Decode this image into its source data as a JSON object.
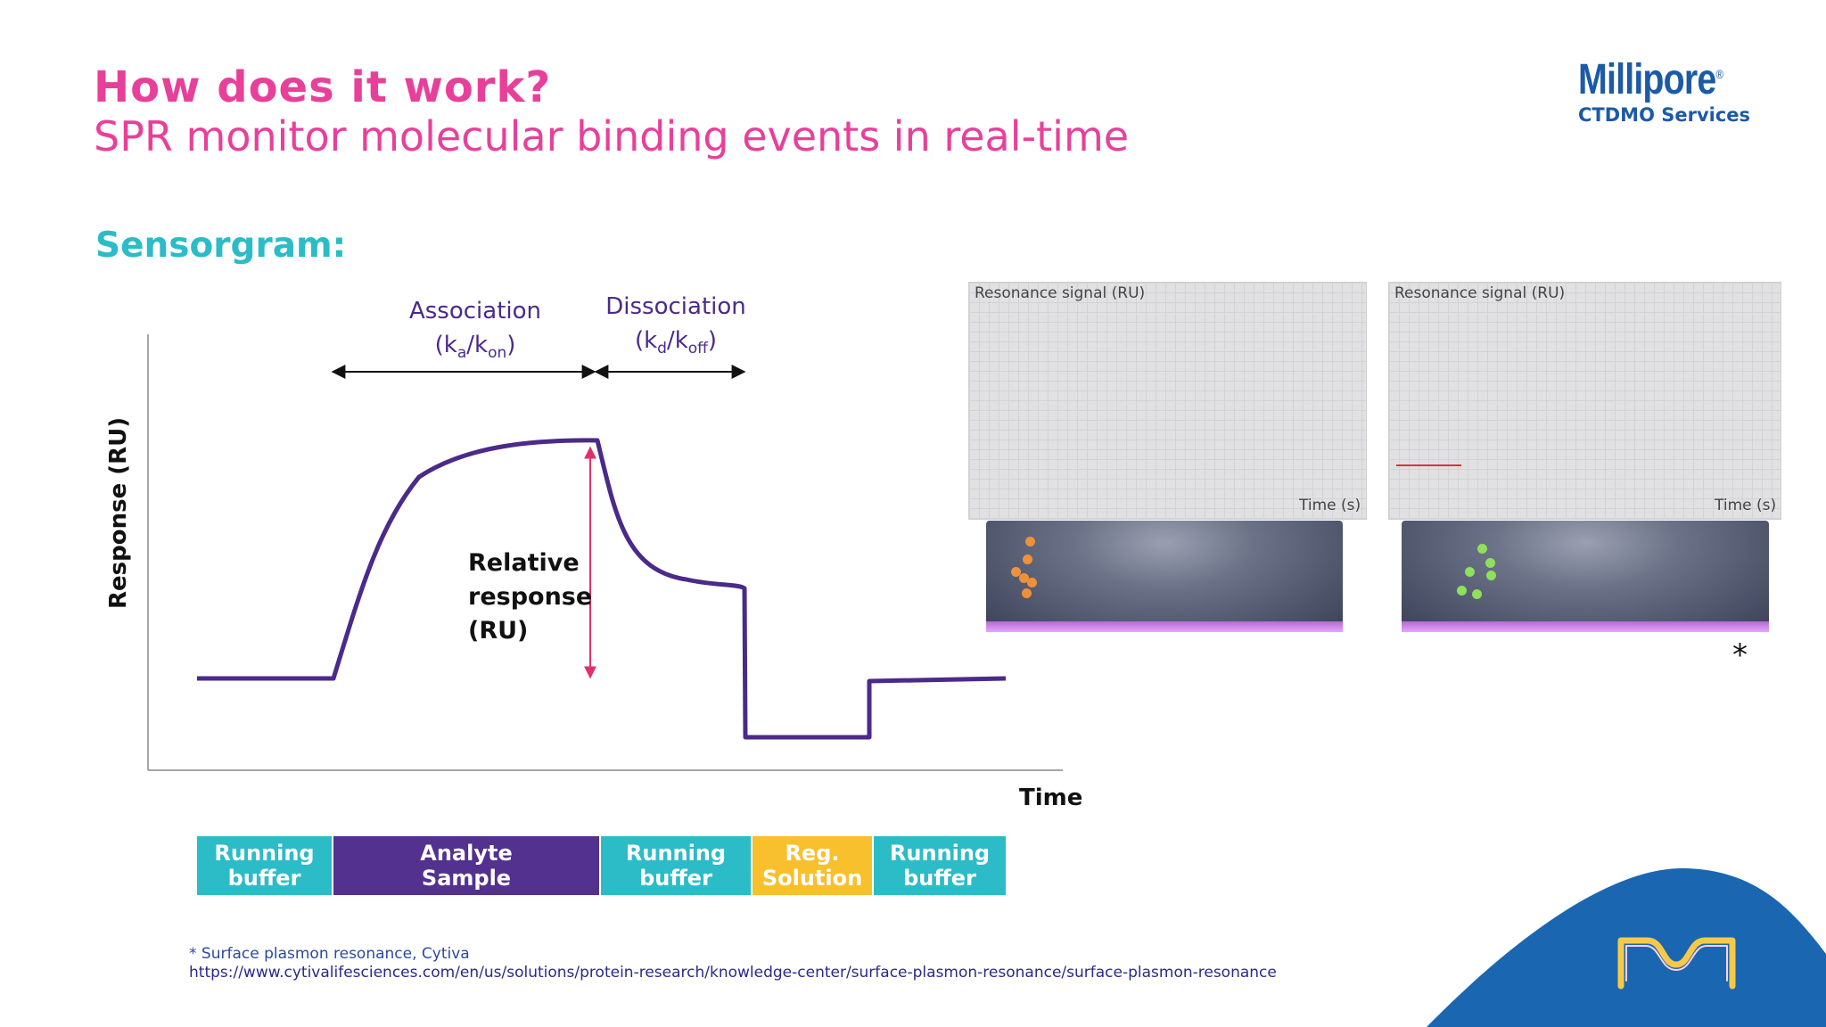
{
  "header": {
    "title": "How does it work?",
    "subtitle": "SPR monitor molecular binding events in real-time"
  },
  "brand": {
    "name": "Millipore",
    "reg": "®",
    "sub": "CTDMO Services",
    "colors": {
      "blue": "#1c5aa6",
      "swoosh": "#1a66b1",
      "logo_accent": "#f7c948"
    }
  },
  "section_title": "Sensorgram:",
  "diagram": {
    "association": {
      "label": "Association",
      "k1": "k",
      "k1_sub": "a",
      "sep": "/",
      "k2": "k",
      "k2_sub": "on"
    },
    "dissociation": {
      "label": "Dissociation",
      "k1": "k",
      "k1_sub": "d",
      "sep": "/",
      "k2": "k",
      "k2_sub": "off"
    },
    "y_axis_label": "Response (RU)",
    "x_axis_label": "Time",
    "relative_response": [
      "Relative",
      "response",
      "(RU)"
    ],
    "colors": {
      "curve": "#4b2a8a",
      "arrow": "#e0306a",
      "axis": "#888888"
    }
  },
  "phases": [
    {
      "label_1": "Running",
      "label_2": "buffer",
      "color": "#2bbcc7"
    },
    {
      "label_1": "Analyte",
      "label_2": "Sample",
      "color": "#52318f"
    },
    {
      "label_1": "Running",
      "label_2": "buffer",
      "color": "#2bbcc7"
    },
    {
      "label_1": "Reg.",
      "label_2": "Solution",
      "color": "#f7c02c"
    },
    {
      "label_1": "Running",
      "label_2": "buffer",
      "color": "#2bbcc7"
    }
  ],
  "animation_panels": [
    {
      "y_label": "Resonance signal (RU)",
      "x_label": "Time (s)",
      "molecule_color": "#f0913a"
    },
    {
      "y_label": "Resonance signal (RU)",
      "x_label": "Time (s)",
      "molecule_color": "#8fe05a",
      "signal_color": "#e0303a"
    }
  ],
  "asterisk": "*",
  "footnote": {
    "line1": "* Surface plasmon resonance, Cytiva",
    "line2": "https://www.cytivalifesciences.com/en/us/solutions/protein-research/knowledge-center/surface-plasmon-resonance/surface-plasmon-resonance"
  }
}
